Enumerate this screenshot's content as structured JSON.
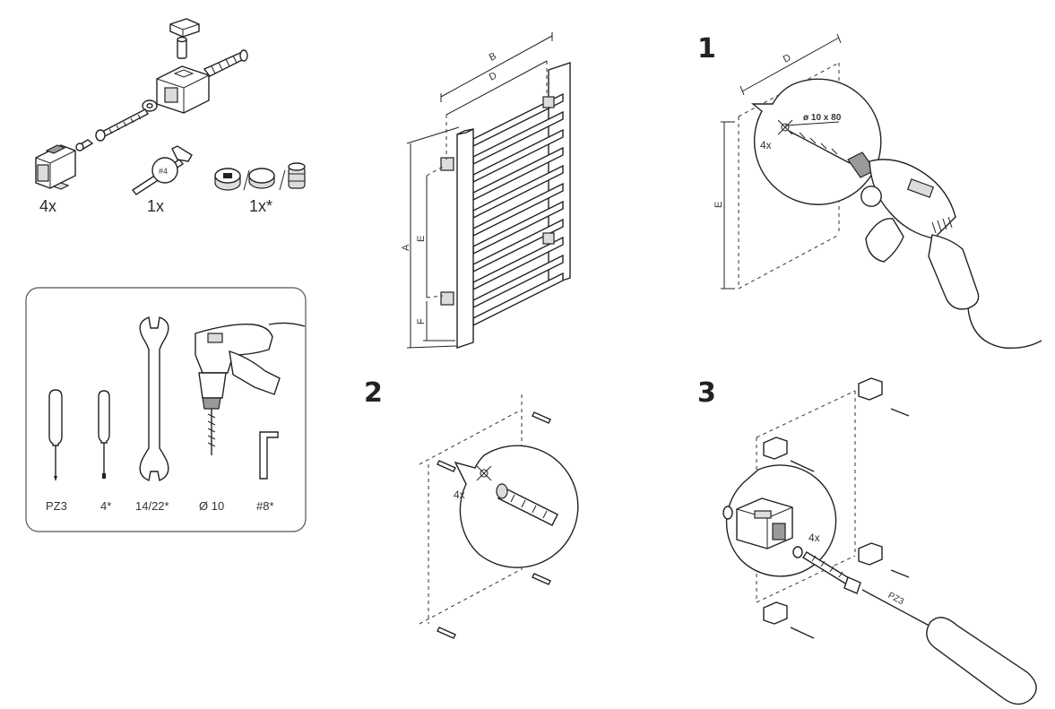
{
  "parts": {
    "bracket_kit_qty": "4x",
    "hex_key_qty": "1x",
    "hex_key_marking": "#4",
    "valve_caps_qty": "1x*"
  },
  "tools": {
    "items": [
      {
        "label": "PZ3",
        "icon": "phillips-screwdriver-icon"
      },
      {
        "label": "4*",
        "icon": "flat-screwdriver-icon"
      },
      {
        "label": "14/22*",
        "icon": "wrench-icon"
      },
      {
        "label": "Ø 10",
        "icon": "drill-icon"
      },
      {
        "label": "#8*",
        "icon": "allen-key-icon"
      }
    ]
  },
  "dimensions": {
    "A": "A",
    "B": "B",
    "D": "D",
    "E": "E",
    "F": "F"
  },
  "steps": {
    "s1": {
      "number": "1",
      "d": "D",
      "e": "E",
      "count": "4x",
      "drill_spec": "ø 10 x 80"
    },
    "s2": {
      "number": "2",
      "count": "4x"
    },
    "s3": {
      "number": "3",
      "count": "4x",
      "screwdriver": "PZ3"
    }
  }
}
